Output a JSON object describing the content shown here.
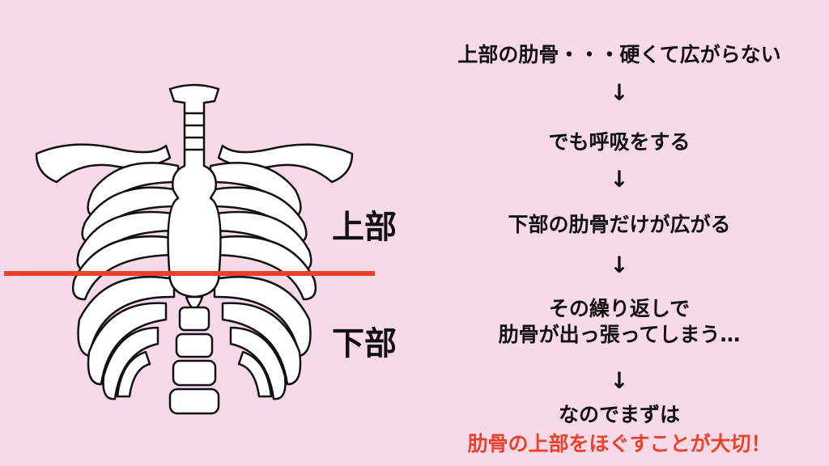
{
  "labels": {
    "upper": "上部",
    "lower": "下部"
  },
  "flow": {
    "step1": "上部の肋骨・・・硬くて広がらない",
    "arrow": "↓",
    "step2": "でも呼吸をする",
    "step3": "下部の肋骨だけが広がる",
    "step4_line1": "その繰り返しで",
    "step4_line2": "肋骨が出っ張ってしまう…",
    "step5": "なのでまずは",
    "step6": "肋骨の上部をほぐすことが大切！"
  },
  "colors": {
    "background": "#f8d9e8",
    "accent": "#e8412c",
    "text": "#111111"
  },
  "icons": [
    "ribcage-illustration"
  ]
}
